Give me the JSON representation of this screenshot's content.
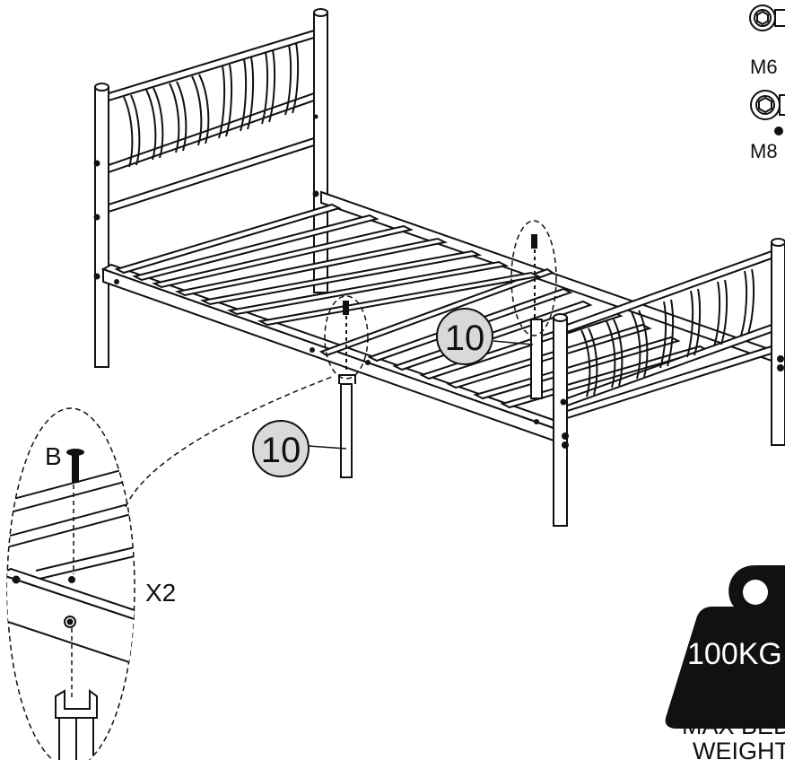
{
  "colors": {
    "line": "#111111",
    "callout_fill": "#d9d9d9",
    "weight_fill": "#111111",
    "weight_text": "#ffffff"
  },
  "callouts": {
    "part_number_main": "10",
    "part_number_leg": "10"
  },
  "detail": {
    "bolt_label": "B",
    "quantity": "X2"
  },
  "hardware": {
    "m6_label": "M6",
    "m8_label": "M8"
  },
  "weight_badge": {
    "capacity": "100KG",
    "caption_line1": "MAX BED",
    "caption_line2": "WEIGHT"
  }
}
